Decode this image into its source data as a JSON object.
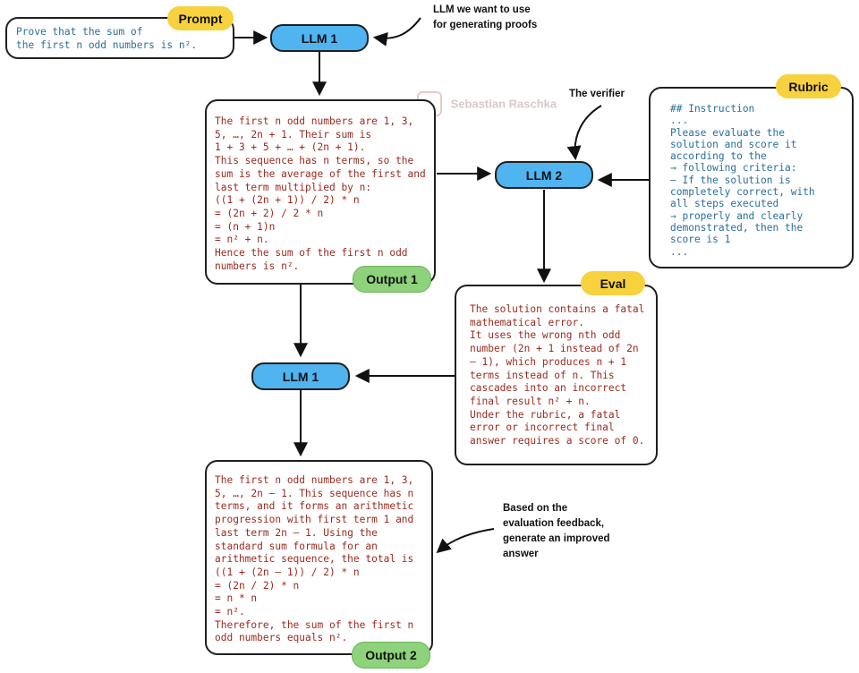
{
  "prompt": {
    "tag": "Prompt",
    "text": "Prove that the sum of\nthe first n odd numbers is n²."
  },
  "llm1_top": "LLM 1",
  "llm1_note": "LLM we want to use\nfor generating proofs",
  "output1": {
    "tag": "Output 1",
    "text": "The first n odd numbers are 1, 3,\n5, …, 2n + 1. Their sum is\n1 + 3 + 5 + … + (2n + 1).\nThis sequence has n terms, so the\nsum is the average of the first and\nlast term multiplied by n:\n((1 + (2n + 1)) / 2) * n\n= (2n + 2) / 2 * n\n= (n + 1)n\n= n² + n.\nHence the sum of the first n odd\nnumbers is n²."
  },
  "watermark": "Sebastian Raschka",
  "verifier_note": "The verifier",
  "llm2": "LLM 2",
  "rubric": {
    "tag": "Rubric",
    "text": "## Instruction\n...\nPlease evaluate the\nsolution and score it\naccording to the\n→ following criteria:\n– If the solution is\ncompletely correct, with\nall steps executed\n→ properly and clearly\ndemonstrated, then the\nscore is 1\n..."
  },
  "eval": {
    "tag": "Eval",
    "text": "The solution contains a fatal\nmathematical error.\nIt uses the wrong nth odd\nnumber (2n + 1 instead of 2n\n– 1), which produces n + 1\nterms instead of n. This\ncascades into an incorrect\nfinal result n² + n.\nUnder the rubric, a fatal\nerror or incorrect final\nanswer requires a score of 0."
  },
  "llm1_bottom": "LLM 1",
  "output2": {
    "tag": "Output 2",
    "text": "The first n odd numbers are 1, 3,\n5, …, 2n – 1. This sequence has n\nterms, and it forms an arithmetic\nprogression with first term 1 and\nlast term 2n – 1. Using the\nstandard sum formula for an\narithmetic sequence, the total is\n((1 + (2n – 1)) / 2) * n\n= (2n / 2) * n\n= n * n\n= n².\nTherefore, the sum of the first n\nodd numbers equals n²."
  },
  "feedback_note": "Based on the\nevaluation feedback,\ngenerate an improved\nanswer",
  "colors": {
    "llm_fill": "#4fb4f0",
    "tag_yellow": "#f7d23e",
    "tag_green": "#8fd27c",
    "text_red": "#9a2a1e",
    "text_blue": "#2a6f9a"
  }
}
